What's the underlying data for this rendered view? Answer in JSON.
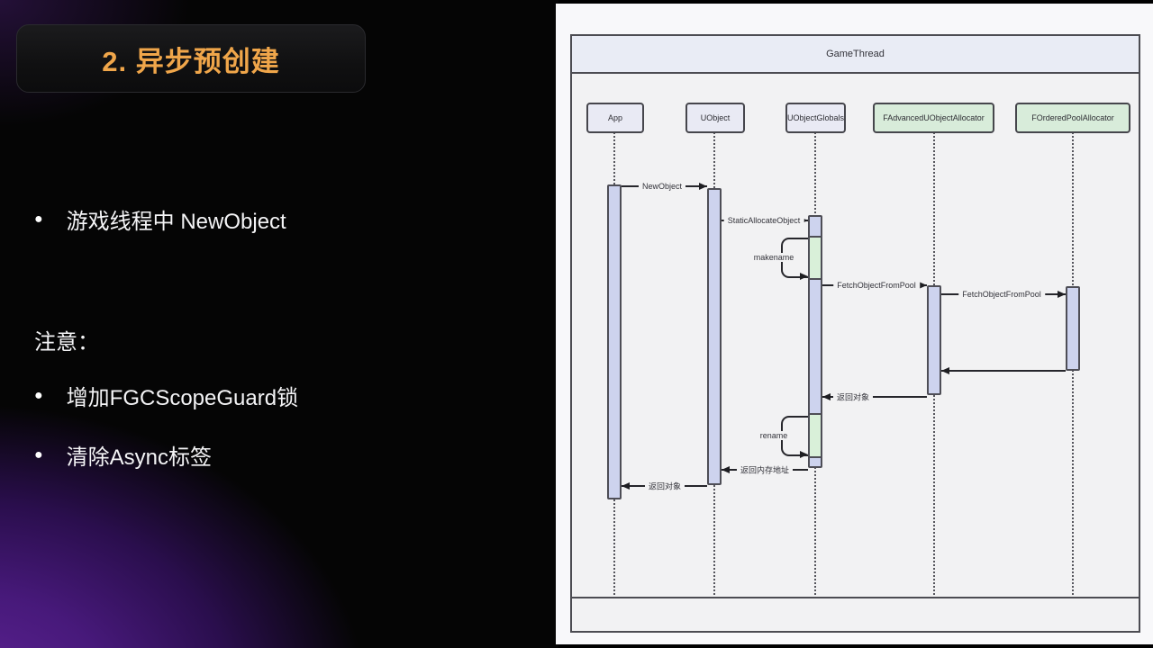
{
  "slide": {
    "title": "2. 异步预创建",
    "bullets_top": [
      {
        "label": "游戏线程中 NewObject"
      }
    ],
    "note_heading": "注意：",
    "note_bullets": [
      {
        "label": "增加FGCScopeGuard锁"
      },
      {
        "label": "清除Async标签"
      }
    ],
    "colors": {
      "accent": "#F0A64A",
      "glow": "#5B2190",
      "text": "#F4F4F6"
    }
  },
  "diagram": {
    "frame_title": "GameThread",
    "participants": [
      {
        "name": "App",
        "style": "lavender"
      },
      {
        "name": "UObject",
        "style": "lavender"
      },
      {
        "name": "UObjectGlobals",
        "style": "lavender"
      },
      {
        "name": "FAdvancedUObjectAllocator",
        "style": "green"
      },
      {
        "name": "FOrderedPoolAllocator",
        "style": "green"
      }
    ],
    "messages": [
      {
        "label": "NewObject",
        "from": "App",
        "to": "UObject",
        "kind": "call"
      },
      {
        "label": "StaticAllocateObject",
        "from": "UObject",
        "to": "UObjectGlobals",
        "kind": "call"
      },
      {
        "label": "makename",
        "on": "UObjectGlobals",
        "kind": "self"
      },
      {
        "label": "FetchObjectFromPool",
        "from": "UObjectGlobals",
        "to": "FAdvancedUObjectAllocator",
        "kind": "call"
      },
      {
        "label": "FetchObjectFromPool",
        "from": "FAdvancedUObjectAllocator",
        "to": "FOrderedPoolAllocator",
        "kind": "call"
      },
      {
        "label": "",
        "from": "FOrderedPoolAllocator",
        "to": "FAdvancedUObjectAllocator",
        "kind": "return"
      },
      {
        "label": "返回对象",
        "from": "FAdvancedUObjectAllocator",
        "to": "UObjectGlobals",
        "kind": "return"
      },
      {
        "label": "rename",
        "on": "UObjectGlobals",
        "kind": "self"
      },
      {
        "label": "返回内存地址",
        "from": "UObjectGlobals",
        "to": "UObject",
        "kind": "return"
      },
      {
        "label": "返回对象",
        "from": "UObject",
        "to": "App",
        "kind": "return"
      }
    ],
    "colors": {
      "header_fill": "#E9ECF5",
      "canvas_fill": "#F2F2F3",
      "lavender_fill": "#E9EAF4",
      "green_fill": "#D8ECDA",
      "activation_fill": "#CDD3EE",
      "activation_green": "#D9F0D9",
      "border": "#4C4C52"
    }
  }
}
